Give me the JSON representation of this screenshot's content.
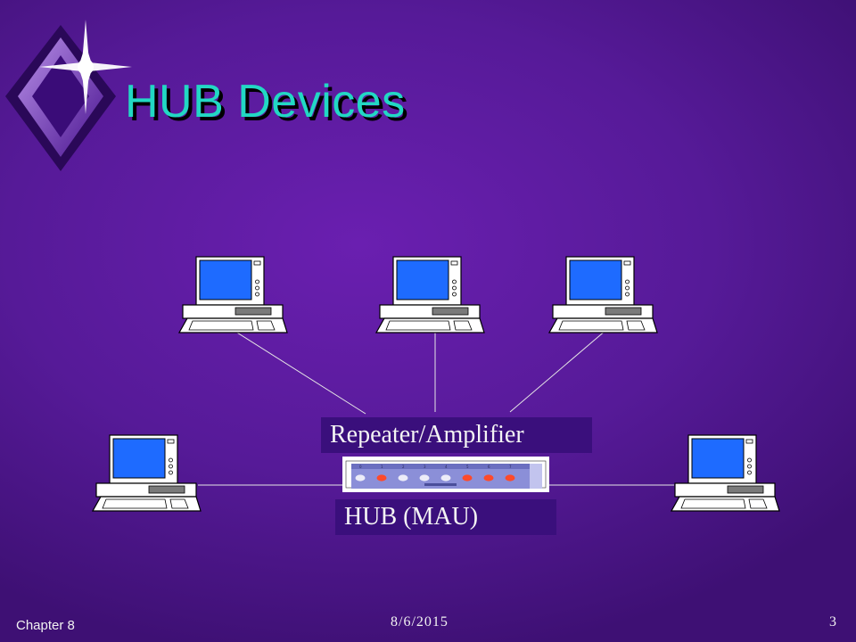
{
  "slide": {
    "title": "HUB Devices",
    "repeater_label": "Repeater/Amplifier",
    "hub_label": "HUB (MAU)"
  },
  "computers": [
    {
      "id": "top-left"
    },
    {
      "id": "top-center"
    },
    {
      "id": "top-right"
    },
    {
      "id": "bottom-left"
    },
    {
      "id": "bottom-right"
    }
  ],
  "footer": {
    "chapter": "Chapter 8",
    "date": "8/6/2015",
    "page": "3"
  },
  "colors": {
    "title": "#22d8c4",
    "screen": "#1e6bff",
    "hub_port_active": "#ff4a2a",
    "label_box": "#3a0f7c"
  }
}
